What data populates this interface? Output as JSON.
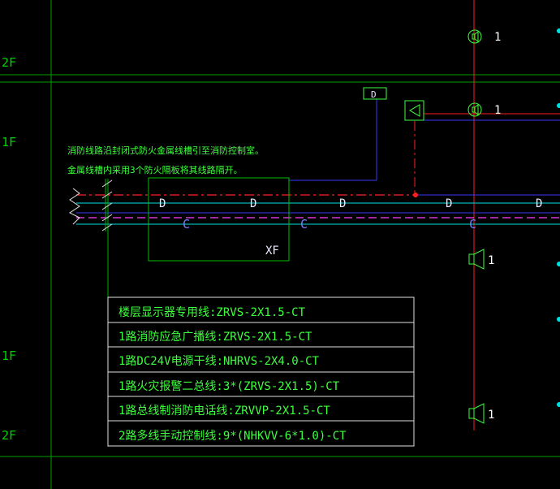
{
  "floors": [
    "2F",
    "1F",
    "1F",
    "2F"
  ],
  "notes": [
    "消防线路沿封闭式防火金属线槽引至消防控制室。",
    "金属线槽内采用3个防火隔板将其线路隔开。"
  ],
  "box_label": "XF",
  "device_label": "D",
  "c_label": "C",
  "speaker_count": "1",
  "legend": [
    "楼层显示器专用线:ZRVS-2X1.5-CT",
    "1路消防应急广播线:ZRVS-2X1.5-CT",
    "1路DC24V电源干线:NHRVS-2X4.0-CT",
    "1路火灾报警二总线:3*(ZRVS-2X1.5)-CT",
    "1路总线制消防电话线:ZRVVP-2X1.5-CT",
    "2路多线手动控制线:9*(NHKVV-6*1.0)-CT"
  ],
  "colors": {
    "background": "#000000",
    "grid": "#00b000",
    "red": "#ff2020",
    "blue": "#3a3aff",
    "cyan": "#00e0e0",
    "magenta": "#ff40ff",
    "text": "#3dff3d"
  }
}
